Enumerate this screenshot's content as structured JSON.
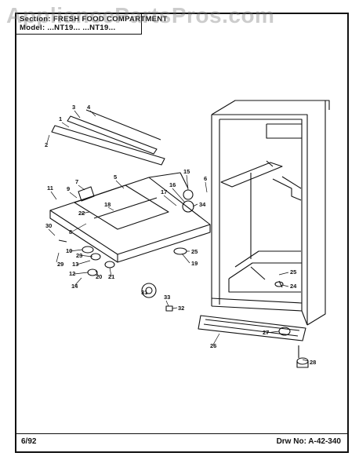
{
  "header": {
    "section_line": "Section: FRESH FOOD COMPARTMENT",
    "model_line": "Model: ...NT19... ...NT19..."
  },
  "watermark": "AppliancePartsPros.com",
  "footer": {
    "date": "6/92",
    "drawing_number": "Drw No: A-42-340"
  },
  "callouts": [
    "1",
    "2",
    "3",
    "4",
    "5",
    "6",
    "7",
    "8",
    "9",
    "10",
    "11",
    "12",
    "13",
    "14",
    "15",
    "16",
    "17",
    "18",
    "19",
    "20",
    "21",
    "22",
    "23",
    "24",
    "25",
    "25",
    "26",
    "27",
    "28",
    "29",
    "30",
    "31",
    "32",
    "33",
    "34"
  ]
}
